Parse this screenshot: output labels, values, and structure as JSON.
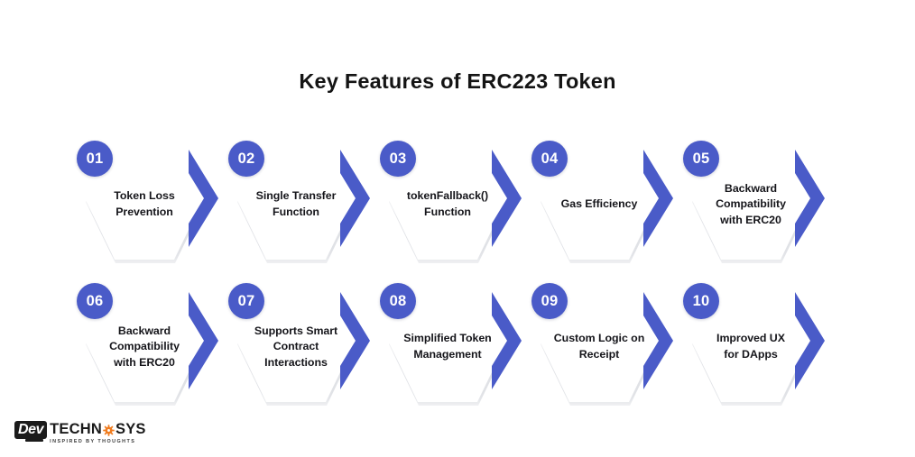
{
  "title": "Key Features of ERC223 Token",
  "theme": {
    "background": "#ffffff",
    "accent_blue": "#4a5bc8",
    "card_white": "#ffffff",
    "text_dark": "#15151a",
    "logo_orange": "#f07c1f",
    "logo_black": "#1b1b1b"
  },
  "rows": [
    {
      "cards": [
        {
          "number": "01",
          "label": "Token Loss\nPrevention"
        },
        {
          "number": "02",
          "label": "Single Transfer\nFunction"
        },
        {
          "number": "03",
          "label": "tokenFallback()\nFunction"
        },
        {
          "number": "04",
          "label": "Gas Efficiency"
        },
        {
          "number": "05",
          "label": "Backward\nCompatibility\nwith ERC20"
        }
      ]
    },
    {
      "cards": [
        {
          "number": "06",
          "label": "Backward\nCompatibility\nwith ERC20"
        },
        {
          "number": "07",
          "label": "Supports Smart\nContract\nInteractions"
        },
        {
          "number": "08",
          "label": "Simplified Token\nManagement"
        },
        {
          "number": "09",
          "label": "Custom Logic on\nReceipt"
        },
        {
          "number": "10",
          "label": "Improved UX\nfor DApps"
        }
      ]
    }
  ],
  "logo": {
    "mark_text": "Dev",
    "word_part1": "TECHN",
    "word_part2": "SYS",
    "tagline": "INSPIRED BY THOUGHTS"
  }
}
